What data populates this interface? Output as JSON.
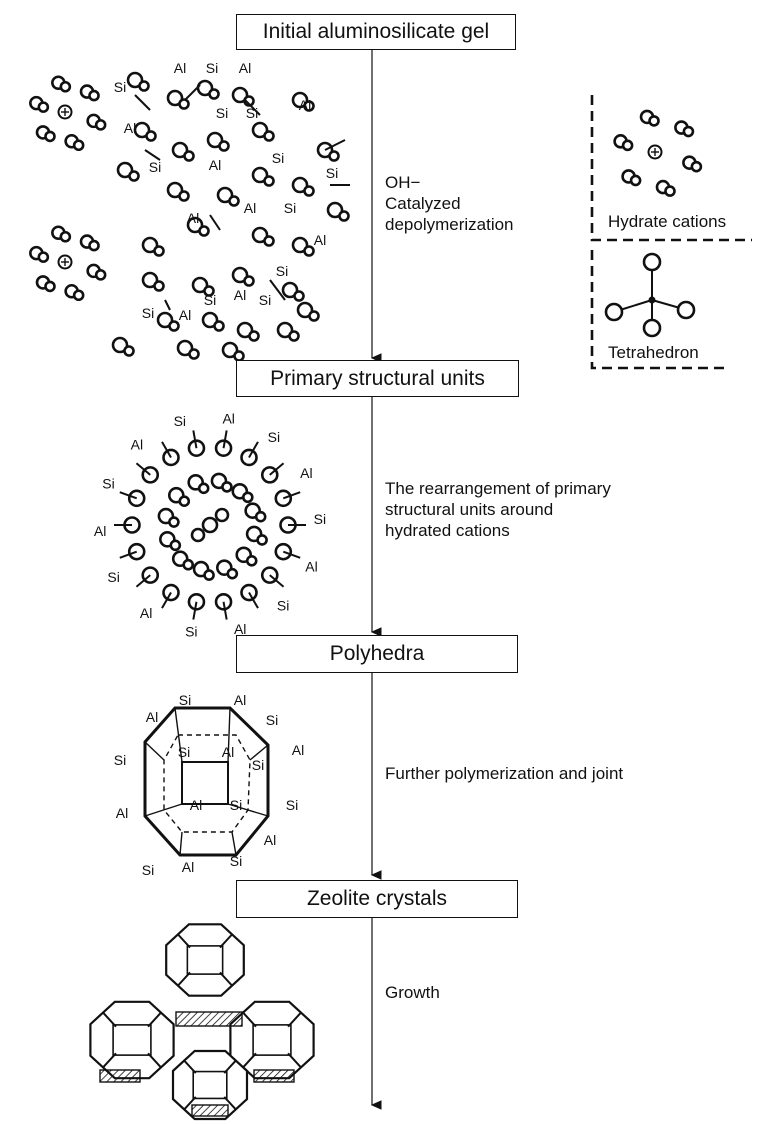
{
  "stages": [
    {
      "id": "gel",
      "label": "Initial aluminosilicate gel"
    },
    {
      "id": "primary",
      "label": "Primary structural units"
    },
    {
      "id": "polyhedra",
      "label": "Polyhedra"
    },
    {
      "id": "crystals",
      "label": "Zeolite crystals"
    }
  ],
  "notes": {
    "step1": [
      "OH−",
      "Catalyzed",
      "depolymerization"
    ],
    "step2": [
      "The rearrangement of primary",
      "structural units around",
      "hydrated cations"
    ],
    "step3": [
      "Further polymerization and joint"
    ],
    "step4": [
      "Growth"
    ]
  },
  "legend": {
    "hydrate": "Hydrate cations",
    "tetrahedron": "Tetrahedron"
  },
  "atoms": {
    "si": "Si",
    "al": "Al"
  }
}
